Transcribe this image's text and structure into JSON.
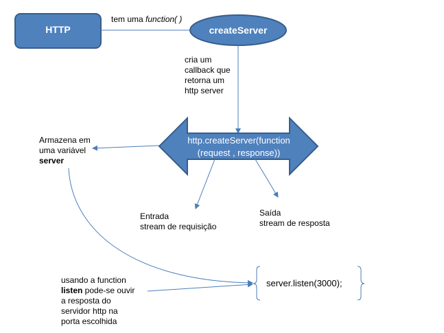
{
  "http_box": {
    "label": "HTTP"
  },
  "edge_http_create": {
    "prefix": "tem uma ",
    "italic": "function( )"
  },
  "create_server": {
    "label": "createServer"
  },
  "callback_note": {
    "lines": [
      "cria um",
      "callback que",
      "retorna um",
      "http server"
    ]
  },
  "main_arrow": {
    "line1": "http.createServer(function",
    "line2": "(request , response))"
  },
  "store_note": {
    "line1": "Armazena em",
    "line2": "uma variável",
    "line3_bold": "server"
  },
  "input_note": {
    "line1": "Entrada",
    "line2": "stream de requisição"
  },
  "output_note": {
    "line1": "Saída",
    "line2": "stream de resposta"
  },
  "listen_note": {
    "line1": "usando a function",
    "line2_bold": "listen",
    "line2_rest": " pode-se ouvir",
    "line3": "a resposta do",
    "line4": "servidor http na",
    "line5": "porta escolhida"
  },
  "listen_code": {
    "code": "server.listen(3000);"
  },
  "colors": {
    "shape_fill": "#4f81bd",
    "shape_stroke": "#385d8a",
    "connector": "#4a7ebb",
    "text_on_shape": "#ffffff"
  }
}
